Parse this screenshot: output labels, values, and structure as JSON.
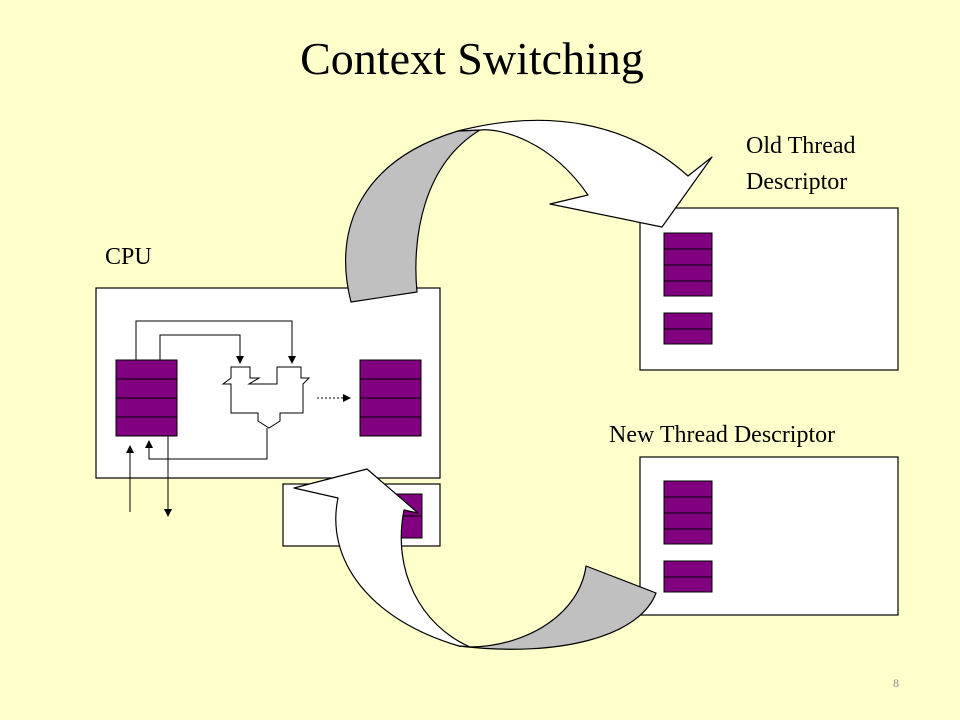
{
  "slide": {
    "title": "Context Switching",
    "page_number": "8"
  },
  "labels": {
    "cpu": "CPU",
    "old_thread": [
      "Old Thread",
      "Descriptor"
    ],
    "new_thread": "New Thread Descriptor"
  },
  "colors": {
    "background": "#ffffcc",
    "register": "#800080",
    "arrow_fill_light": "#ffffff",
    "arrow_fill_dark": "#c0c0c0",
    "box_fill": "#ffffff",
    "outline": "#000000"
  },
  "icons": {
    "register_file": "stacked-purple-rectangles",
    "alu": "alu-shape",
    "save_arrow": "curved-block-arrow",
    "restore_arrow": "curved-block-arrow"
  }
}
